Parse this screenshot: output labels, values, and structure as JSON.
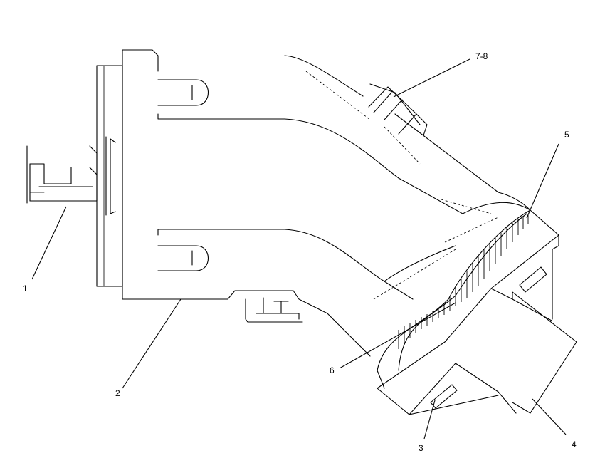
{
  "callouts": {
    "c1": "1",
    "c2": "2",
    "c3": "3",
    "c4": "4",
    "c5": "5",
    "c6": "6",
    "c78": "7-8"
  }
}
